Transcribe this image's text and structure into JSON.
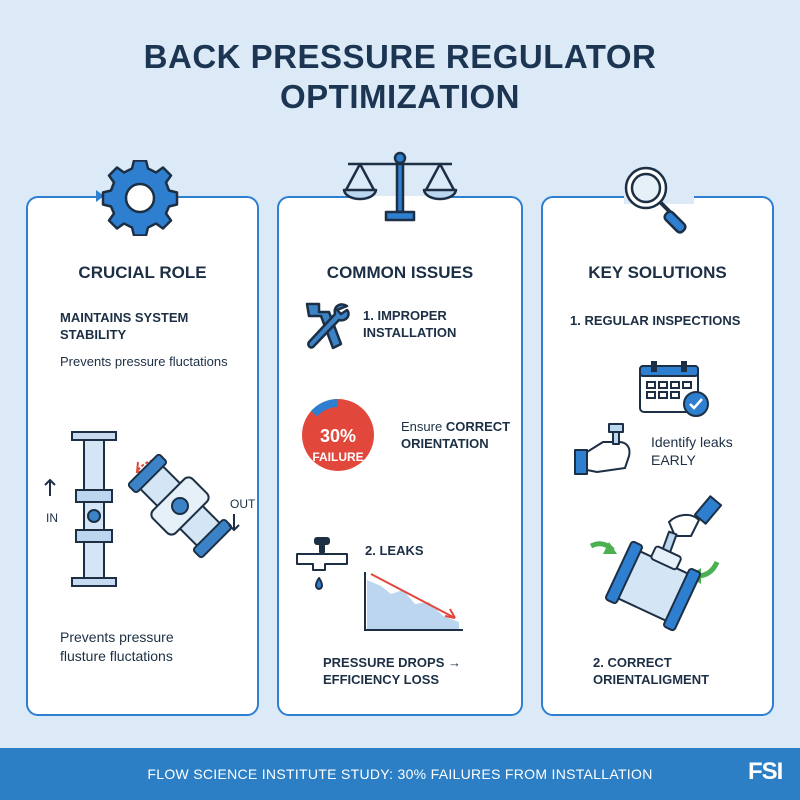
{
  "title_line1": "BACK PRESSURE REGULATOR",
  "title_line2": "OPTIMIZATION",
  "cards": [
    {
      "heading": "CRUCIAL ROLE",
      "icon": "gear-icon",
      "subheading": [
        "MAINTAINS SYSTEM",
        "STABILITY"
      ],
      "text1": "Prevents pressure fluctations",
      "label_in": "IN",
      "label_out": "OUT",
      "text2": [
        "Prevents pressure",
        "flusture fluctations"
      ]
    },
    {
      "heading": "COMMON ISSUES",
      "icon": "balance-scale-icon",
      "issue1": [
        "1. IMPROPER",
        "INSTALLATION"
      ],
      "badge_value": "30%",
      "badge_label": "FAILURE",
      "ensure_prefix": "Ensure ",
      "ensure_bold1": "CORRECT",
      "ensure_bold2": "ORIENTATION",
      "issue2": "2. LEAKS",
      "bottom": [
        "PRESSURE DROPS →",
        "EFFICIENCY LOSS"
      ]
    },
    {
      "heading": "KEY SOLUTIONS",
      "icon": "magnifier-icon",
      "solution1": "1. REGULAR INSPECTIONS",
      "identify": [
        "Identify leaks",
        "EARLY"
      ],
      "solution2": [
        "2. CORRECT",
        "ORIENTALIGMENT"
      ]
    }
  ],
  "footer": {
    "text": "FLOW SCIENCE INSTITUTE STUDY: 30% FAILURES FROM INSTALLATION",
    "logo": "FSI"
  },
  "colors": {
    "background": "#dbeaf6",
    "accent": "#2f7fd0",
    "footer": "#2c7fc4",
    "alert": "#e2473c"
  }
}
